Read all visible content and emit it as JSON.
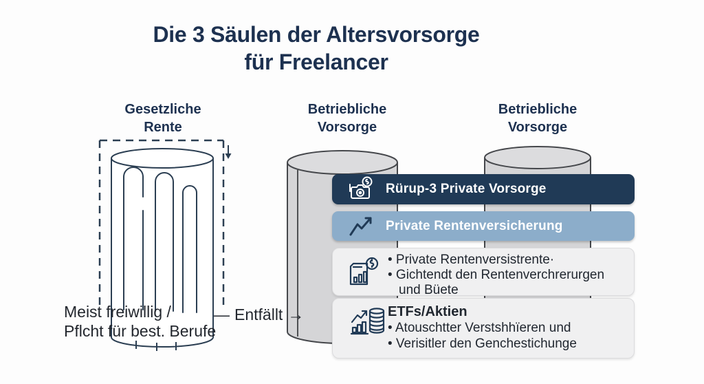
{
  "title": {
    "line1": "Die 3 Säulen der Altersvorsorge",
    "line2": "für Freelancer"
  },
  "columns": [
    {
      "line1": "Gesetzliche",
      "line2": "Rente"
    },
    {
      "line1": "Betriebliche",
      "line2": "Vorsorge"
    },
    {
      "line1": "Betriebliche",
      "line2": "Vorsorge"
    }
  ],
  "left_pillar": {
    "note_line1": "Meist freiwillig /",
    "note_line2": "Pflcht für best. Berufe"
  },
  "connector": {
    "dash": "—",
    "label": "Entfällt",
    "arrow": "→"
  },
  "cards": {
    "rurup": {
      "label": "Rürup-3 Private Vorsorge"
    },
    "private_rente": {
      "label": "Private Rentenversicherung"
    },
    "rente_details": {
      "bullets": [
        "• Private Rentenversistrente·",
        "• Gichtendt den Rentenverchrerurgen und Büete"
      ]
    },
    "etf": {
      "title": "ETFs/Aktien",
      "bullets": [
        "• Atouschtter Verstshhïeren und",
        "• Verisitler den Genchestichunge"
      ]
    }
  },
  "colors": {
    "heading_navy": "#1d3150",
    "card_navy": "#203a56",
    "card_light_blue": "#8cadca",
    "card_gray": "#f0f0f1",
    "cylinder_gray": "#d5d5d7",
    "outline": "#2b3e52",
    "body_text": "#23272e"
  }
}
